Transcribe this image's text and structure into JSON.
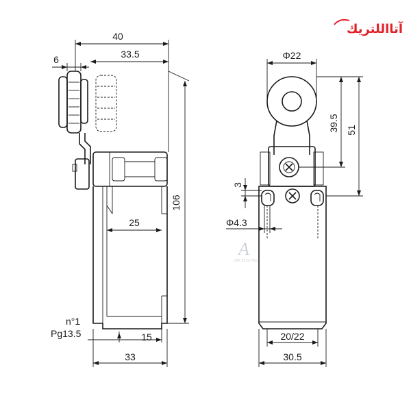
{
  "logo": {
    "text": "آتااللتريك",
    "color": "#e32028"
  },
  "watermark": {
    "letter": "A",
    "caption": "ATA ELECTRIC"
  },
  "side_view": {
    "dims": {
      "width_overall": "40",
      "roller_offset": "33.5",
      "roller_width": "6",
      "height": "106",
      "body_depth": "25",
      "nozzle_offset": "15",
      "base_width": "33"
    },
    "labels": {
      "entry_no": "n°1",
      "entry_thread": "Pg13.5"
    }
  },
  "front_view": {
    "dims": {
      "roller_dia": "Φ22",
      "lever_length": "39.5",
      "overall_length": "51",
      "step": "3",
      "hole_dia": "Φ4.3",
      "hole_spacing": "20/22",
      "body_width": "30.5"
    }
  }
}
